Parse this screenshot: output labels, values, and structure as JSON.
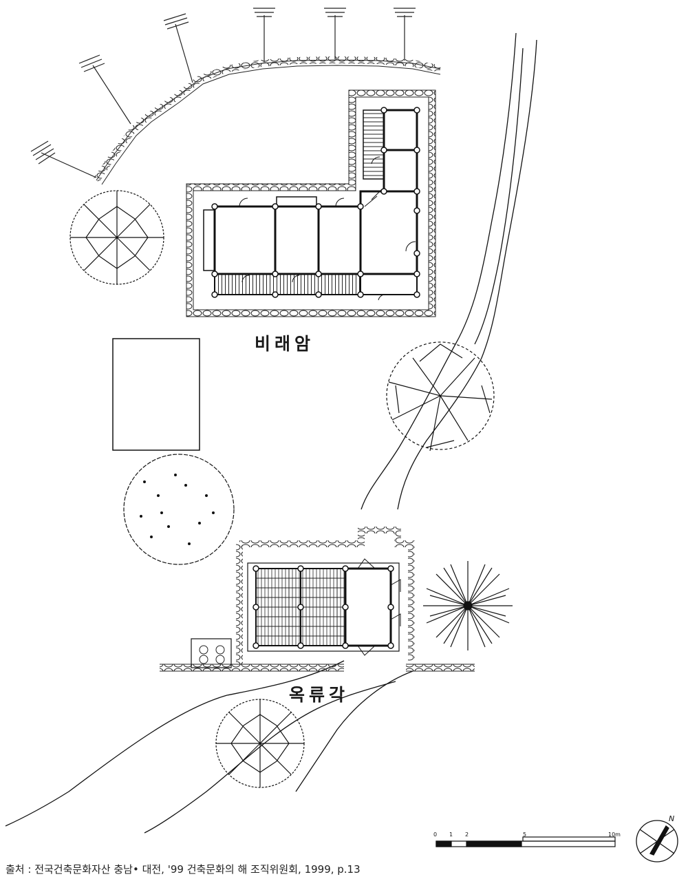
{
  "buildings": {
    "upper_label": "비래암",
    "lower_label": "옥류각"
  },
  "scale_bar": {
    "ticks": [
      "0",
      "1",
      "2",
      "5",
      "10m"
    ]
  },
  "north_arrow": {
    "label": "N"
  },
  "caption": "출처 : 전국건축문화자산 충남• 대전, '99 건축문화의 해 조직위원회, 1999, p.13",
  "colors": {
    "ink": "#111111",
    "paper": "#ffffff"
  }
}
